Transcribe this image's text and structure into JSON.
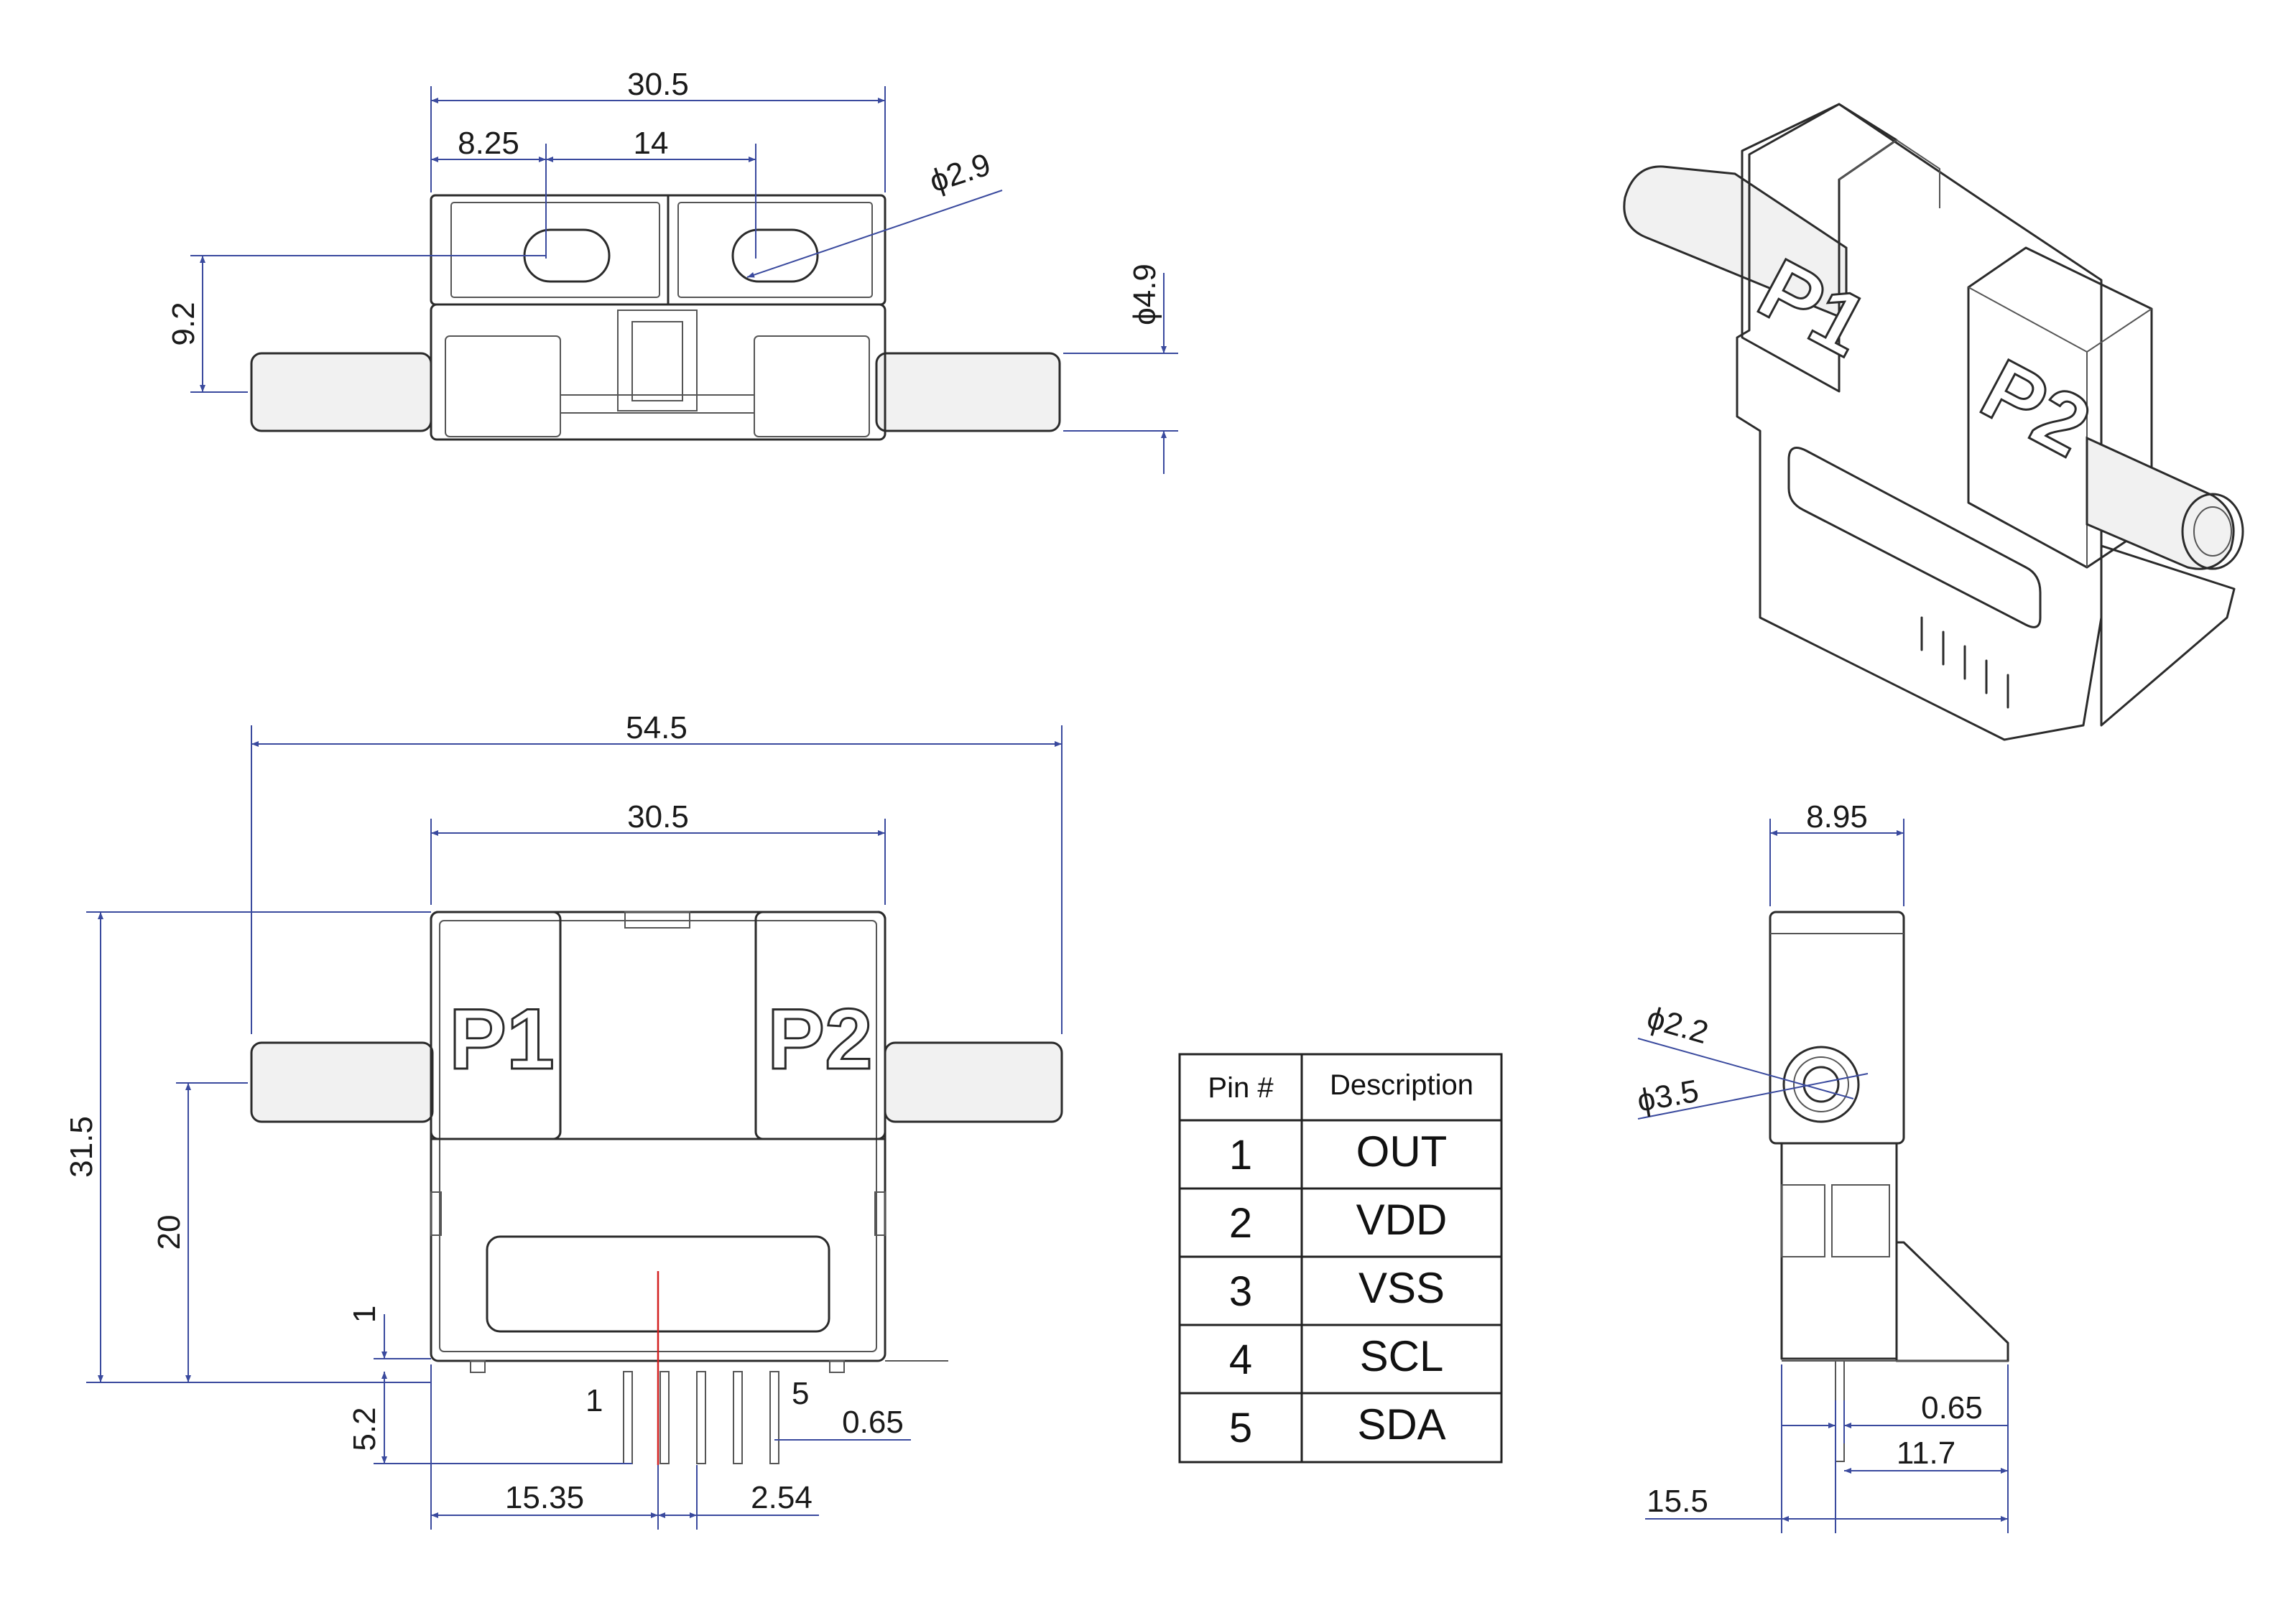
{
  "top_view": {
    "dim_width": "30.5",
    "dim_offset": "8.25",
    "dim_port_spacing": "14",
    "dim_hole_dia": "ϕ2.9",
    "dim_height": "9.2",
    "dim_tube_dia": "ϕ4.9"
  },
  "front_view": {
    "dim_overall_width": "54.5",
    "dim_body_width": "30.5",
    "dim_overall_height": "31.5",
    "dim_port_height": "20",
    "dim_standoff": "1",
    "dim_pin_length": "5.2",
    "dim_pin_offset": "15.35",
    "dim_pin_pitch": "2.54",
    "dim_pin_width": "0.65",
    "pin_label_first": "1",
    "pin_label_last": "5",
    "port_label_1": "P1",
    "port_label_2": "P2"
  },
  "side_view": {
    "dim_thickness": "8.95",
    "dim_inner_dia": "ϕ2.2",
    "dim_outer_dia": "ϕ3.5",
    "dim_pin_width": "0.65",
    "dim_pin_to_back": "11.7",
    "dim_depth": "15.5"
  },
  "iso_view": {
    "port_label_1": "P1",
    "port_label_2": "P2"
  },
  "pin_table": {
    "header_pin": "Pin #",
    "header_desc": "Description",
    "rows": [
      {
        "pin": "1",
        "desc": "OUT"
      },
      {
        "pin": "2",
        "desc": "VDD"
      },
      {
        "pin": "3",
        "desc": "VSS"
      },
      {
        "pin": "4",
        "desc": "SCL"
      },
      {
        "pin": "5",
        "desc": "SDA"
      }
    ]
  },
  "colors": {
    "dimension_line": "#3a4a9e",
    "outline": "#2b2b2b",
    "center_line": "#d32020"
  }
}
